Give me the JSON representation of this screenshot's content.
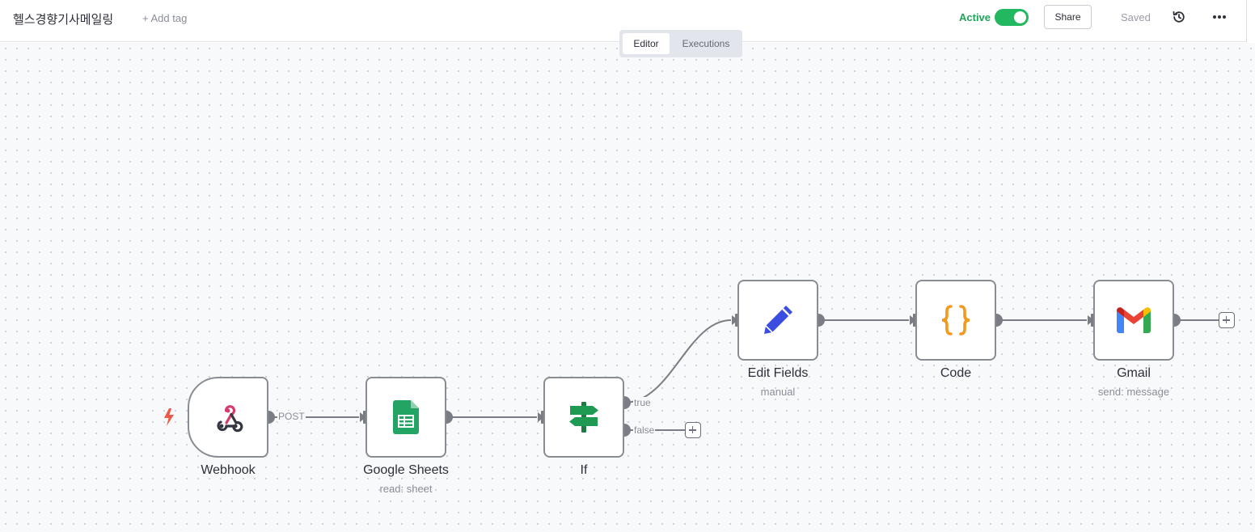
{
  "header": {
    "workflow_name": "헬스경향기사메일링",
    "add_tag_label": "+ Add tag",
    "active_label": "Active",
    "active": true,
    "share_label": "Share",
    "saved_label": "Saved"
  },
  "view_tabs": {
    "editor": "Editor",
    "executions": "Executions",
    "selected": "Editor"
  },
  "nodes": {
    "webhook": {
      "title": "Webhook",
      "icon": "webhook-icon"
    },
    "sheets": {
      "title": "Google Sheets",
      "subtitle": "read: sheet",
      "icon": "google-sheets-icon"
    },
    "if": {
      "title": "If",
      "icon": "signpost-icon"
    },
    "edit": {
      "title": "Edit Fields",
      "subtitle": "manual",
      "icon": "pencil-icon"
    },
    "code": {
      "title": "Code",
      "icon": "code-braces-icon"
    },
    "gmail": {
      "title": "Gmail",
      "subtitle": "send: message",
      "icon": "gmail-icon"
    }
  },
  "edges": {
    "post_label": "POST",
    "true_label": "true",
    "false_label": "false"
  },
  "colors": {
    "active_green": "#22b85f",
    "node_border": "#8a8c93",
    "edge": "#7b7d85",
    "trigger_bolt": "#ee5a4a"
  }
}
